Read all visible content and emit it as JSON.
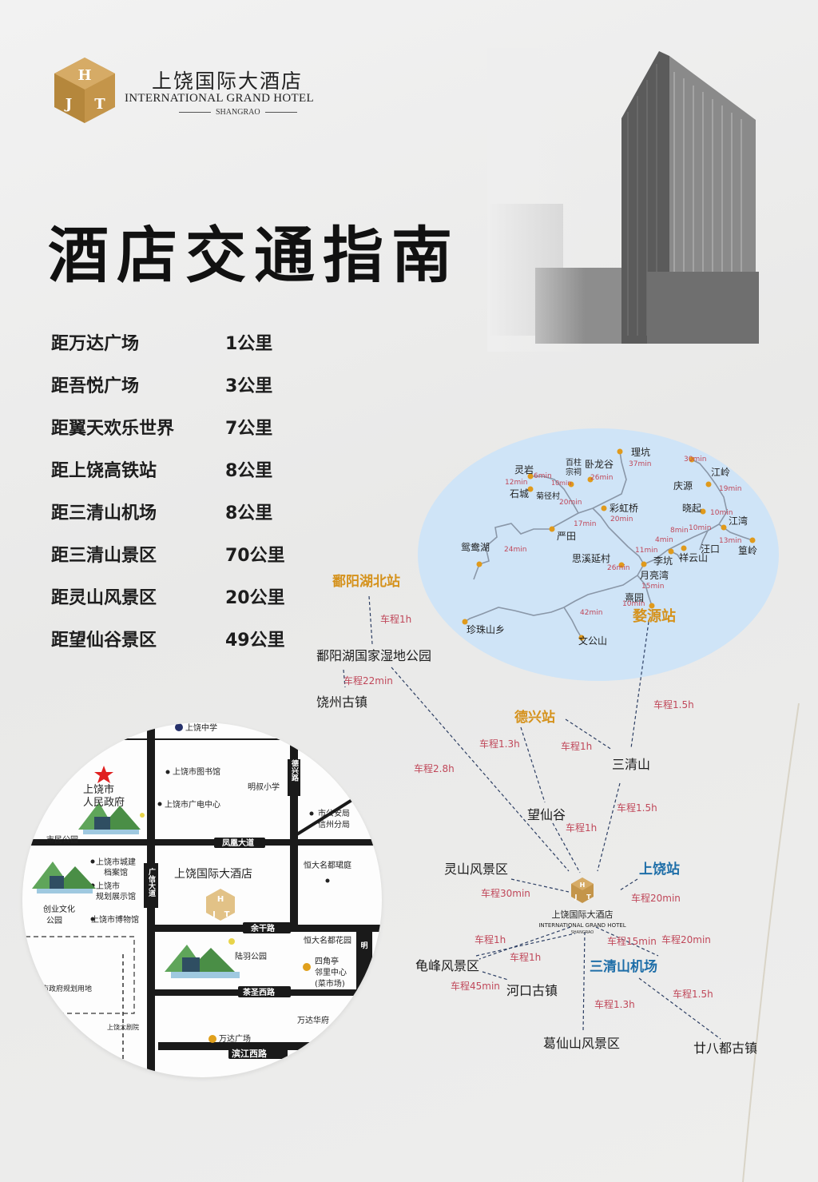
{
  "brand": {
    "logo_letters": [
      "H",
      "J",
      "T"
    ],
    "name_cn": "上饶国际大酒店",
    "name_en": "INTERNATIONAL GRAND HOTEL",
    "city_en": "SHANGRAO",
    "gold": "#c4954a"
  },
  "title": "酒店交通指南",
  "distances": [
    {
      "label": "距万达广场",
      "value": "1公里"
    },
    {
      "label": "距吾悦广场",
      "value": "3公里"
    },
    {
      "label": "距翼天欢乐世界",
      "value": "7公里"
    },
    {
      "label": "距上饶高铁站",
      "value": "8公里"
    },
    {
      "label": "距三清山机场",
      "value": "8公里"
    },
    {
      "label": "距三清山景区",
      "value": "70公里"
    },
    {
      "label": "距灵山风景区",
      "value": "20公里"
    },
    {
      "label": "距望仙谷景区",
      "value": "49公里"
    }
  ],
  "colors": {
    "station": "#d5921c",
    "airport_blue": "#1e6ea8",
    "time_text": "#c0485a",
    "bubble": "#cfe4f7",
    "river": "#8a97a8",
    "dot": "#e09a1c"
  },
  "wuyuan_map": {
    "places": {
      "ligkeng": "理坑",
      "wolonggu": "卧龙谷",
      "baizhu": "百柱",
      "zongci": "宗祠",
      "lingyan": "灵岩",
      "shicheng": "石城",
      "jujing": "菊径村",
      "caihong": "彩虹桥",
      "yuanyang": "鸳鸯湖",
      "yantian": "严田",
      "sixi": "思溪延村",
      "likeng": "李坑",
      "yueliang": "月亮湾",
      "xiangyun": "祥云山",
      "wangkou": "汪口",
      "xiaoqi": "晓起",
      "qingyuan": "庆源",
      "jiangling": "江岭",
      "jiangwan": "江湾",
      "huangling": "篁岭",
      "xiyuan": "熹园",
      "wengong": "文公山",
      "zhenzhu": "珍珠山乡"
    },
    "times": [
      "37min",
      "26min",
      "12min",
      "6min",
      "10min",
      "20min",
      "20min",
      "17min",
      "24min",
      "26min",
      "11min",
      "4min",
      "8min",
      "10min",
      "15min",
      "10min",
      "42min",
      "30min",
      "19min",
      "10min",
      "13min"
    ]
  },
  "routes": {
    "poyang_station": "鄱阳湖北站",
    "poyang_wetland": "鄱阳湖国家湿地公园",
    "raozhou": "饶州古镇",
    "wuyuan_station": "婺源站",
    "dexing_station": "德兴站",
    "sanqingshan": "三清山",
    "wangxiangu": "望仙谷",
    "lingshan": "灵山风景区",
    "shangrao_station": "上饶站",
    "guifeng": "龟峰风景区",
    "hekou": "河口古镇",
    "airport": "三清山机场",
    "gexianshan": "葛仙山风景区",
    "nianbadu": "廿八都古镇",
    "t_poyang": "车程1h",
    "t_raozhou": "车程22min",
    "t_poyang_hotel": "车程2.8h",
    "t_wuyuan_sqs": "车程1.5h",
    "t_dexing_wxg": "车程1.3h",
    "t_dexing_sqs": "车程1h",
    "t_sqs_hotel": "车程1.5h",
    "t_wxg_hotel": "车程1h",
    "t_lingshan": "车程30min",
    "t_shangrao": "车程20min",
    "t_guifeng_1": "车程1h",
    "t_guifeng_2": "车程1h",
    "t_guifeng_45": "车程45min",
    "t_airport_15": "车程15min",
    "t_airport_20": "车程20min",
    "t_gexian": "车程1.3h",
    "t_nianba": "车程1.5h"
  },
  "inset": {
    "roads": {
      "fenghuang": "凤凰大道",
      "guangxin": "广信大道",
      "yugan": "余干路",
      "chasheng": "茶圣西路",
      "binjiang": "滨江西路",
      "dexing_rd": "德兴路",
      "ming": "明"
    },
    "pois": {
      "middle_school": "上饶中学",
      "library": "上饶市图书馆",
      "mingshu": "明叔小学",
      "gov_line1": "上饶市",
      "gov_line2": "人民政府",
      "broadcast": "上饶市广电中心",
      "police_line1": "市公安局",
      "police_line2": "信州分局",
      "citizen_park": "市民公园",
      "archives_line1": "上饶市城建",
      "archives_line2": "档案馆",
      "planning_line1": "上饶市",
      "planning_line2": "规划展示馆",
      "museum": "上饶市博物馆",
      "culture_line1": "创业文化",
      "culture_line2": "公园",
      "hotel": "上饶国际大酒店",
      "evergrande_a": "恒大名都珺庭",
      "evergrande_b": "恒大名都花园",
      "luyu": "陆羽公园",
      "sijiao_line1": "四角亭",
      "sijiao_line2": "邻里中心",
      "sijiao_line3": "(菜市场)",
      "gov_land": "市政府规划用地",
      "theatre": "上饶大剧院",
      "wanda": "万达广场",
      "wanda_hua": "万达华府"
    }
  }
}
